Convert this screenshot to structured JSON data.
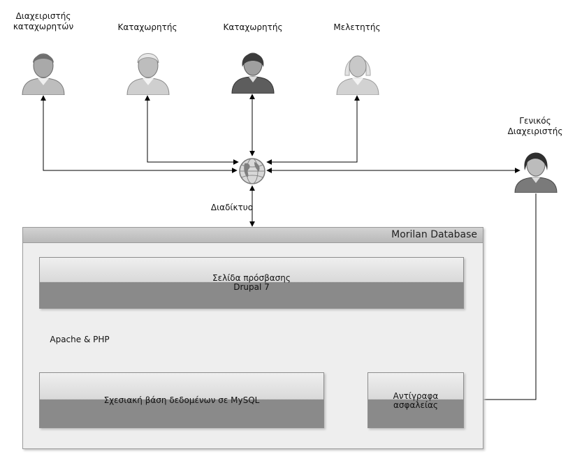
{
  "actors": {
    "admin_registrants": {
      "line1": "Διαχειριστής",
      "line2": "καταχωρητών"
    },
    "registrant_1": {
      "label": "Καταχωρητής"
    },
    "registrant_2": {
      "label": "Καταχωρητής"
    },
    "researcher": {
      "label": "Μελετητής"
    },
    "general_admin": {
      "line1": "Γενικός",
      "line2": "Διαχειριστής"
    }
  },
  "internet": {
    "label": "Διαδίκτυο"
  },
  "system": {
    "title": "Morilan Database",
    "access_page": {
      "line1": "Σελίδα πρόσβασης",
      "line2": "Drupal 7"
    },
    "link_label": "Apache & PHP",
    "database": {
      "label": "Σχεσιακή βάση δεδομένων σε MySQL"
    },
    "backups": {
      "line1": "Αντίγραφα",
      "line2": "ασφαλείας"
    }
  },
  "colors": {
    "line": "#000000",
    "box_dark": "#8a8a8a",
    "frame": "#eeeeee"
  }
}
